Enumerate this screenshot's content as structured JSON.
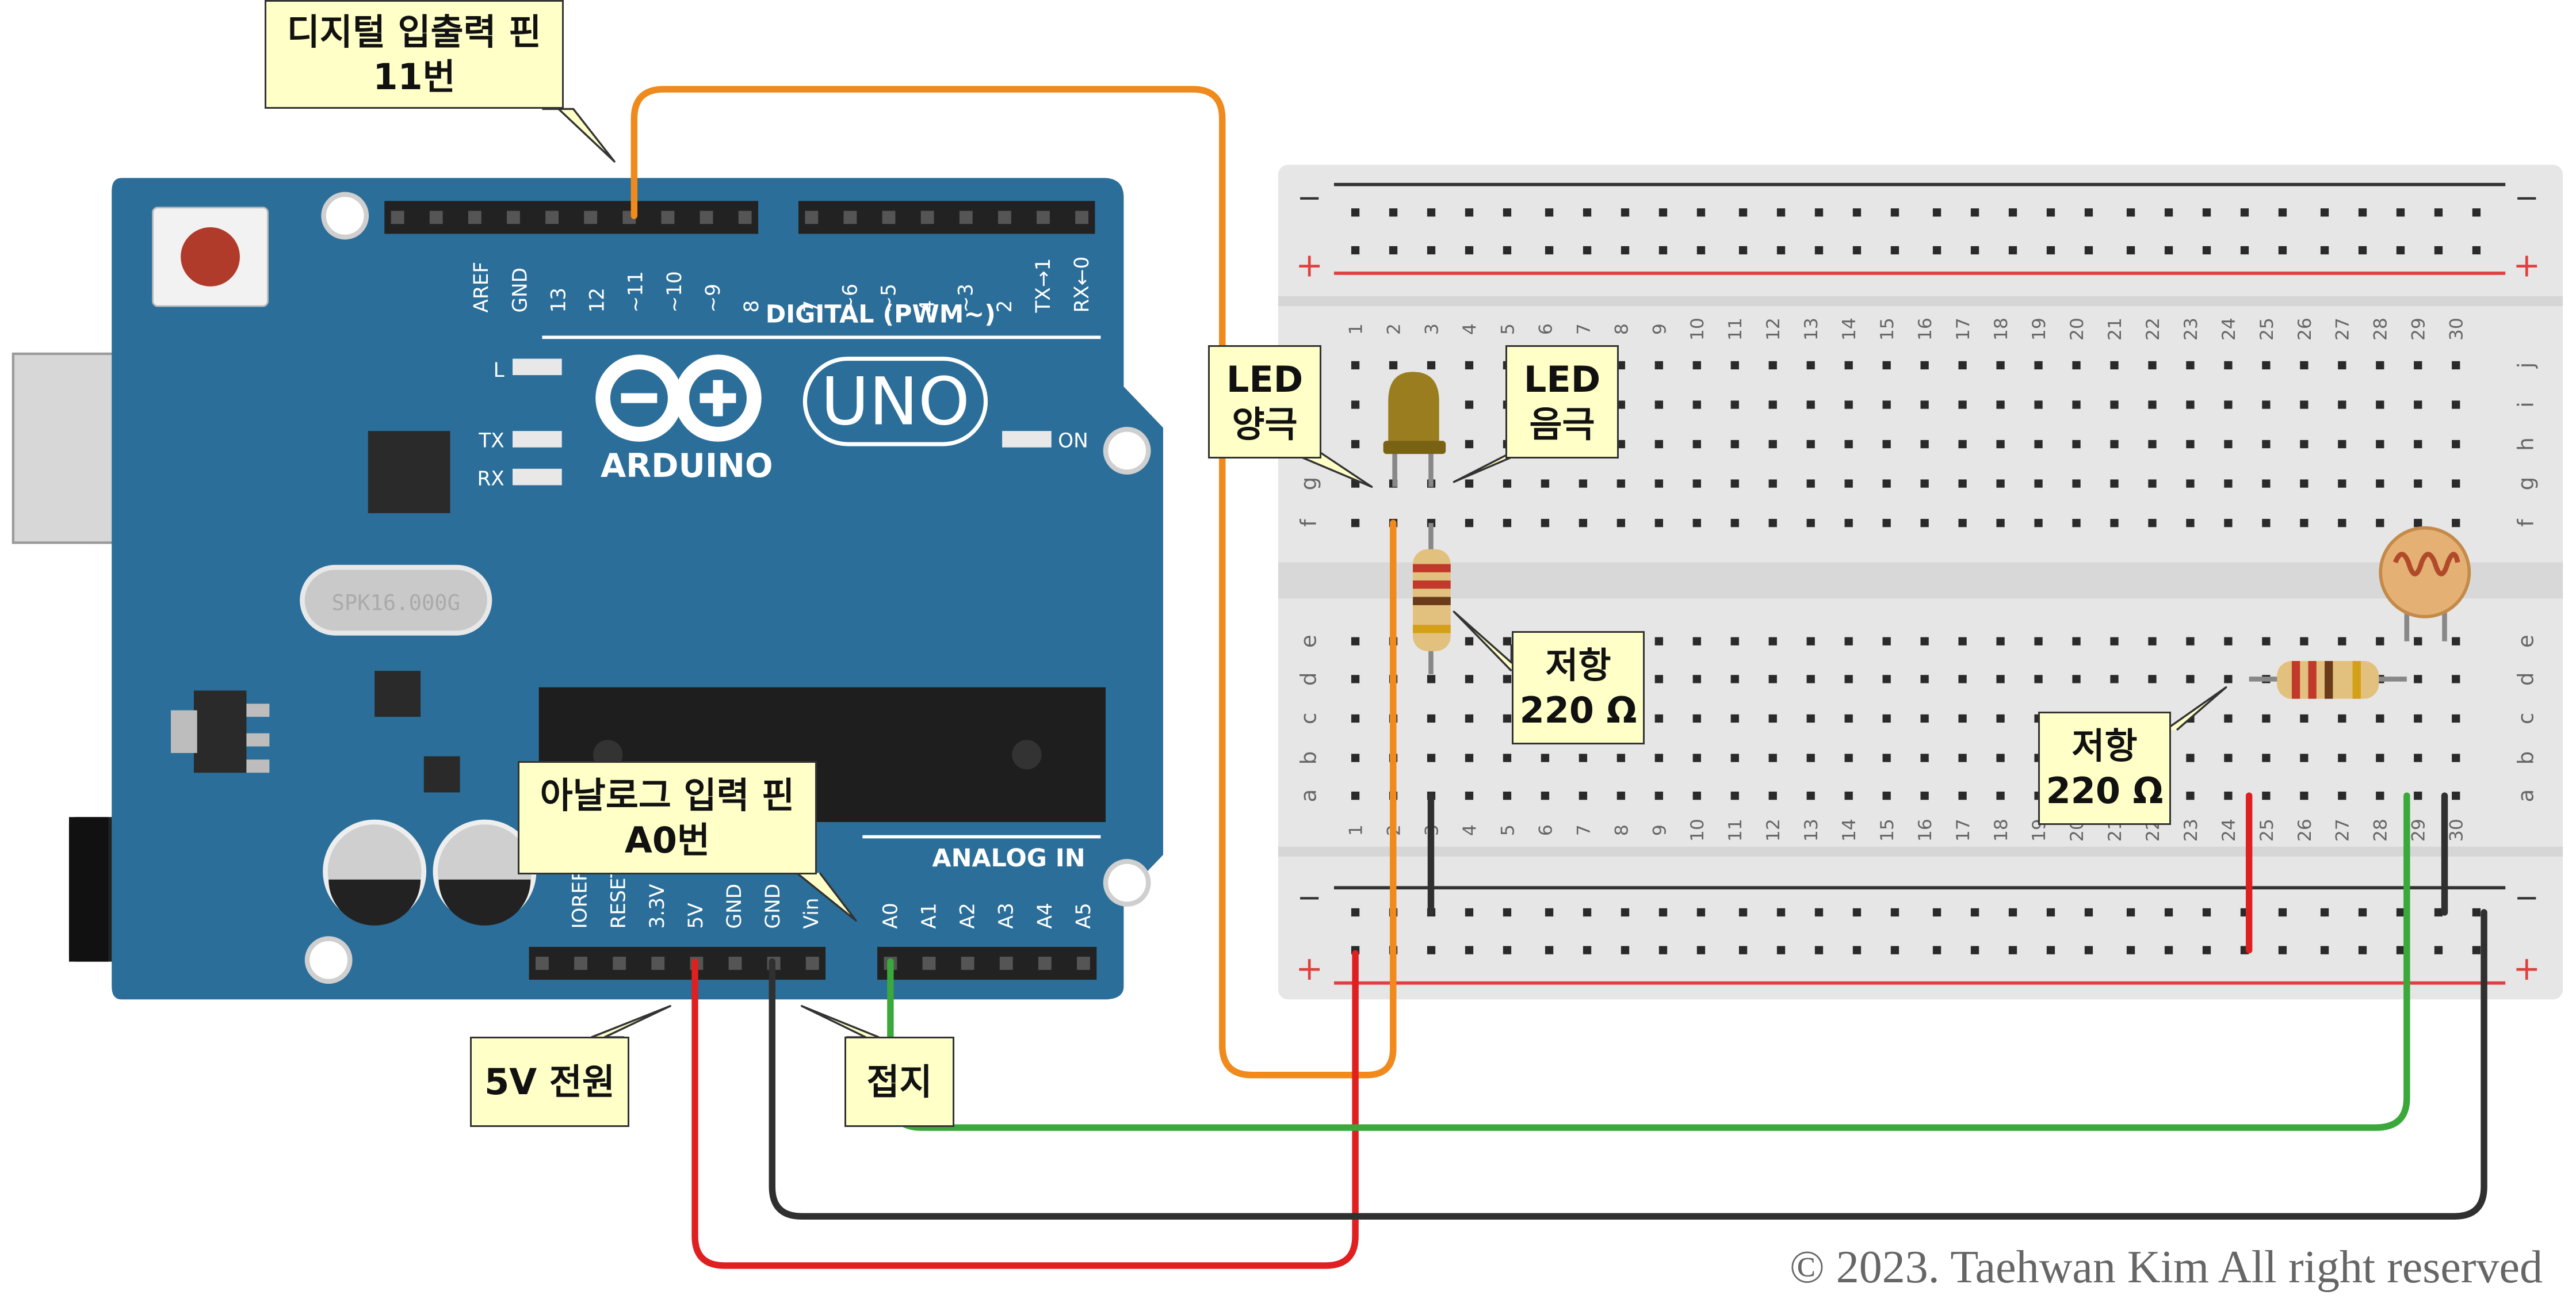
{
  "arduino": {
    "brand": "ARDUINO",
    "model": "UNO",
    "digital_header_label": "DIGITAL (PWM~)",
    "analog_header_label": "ANALOG IN",
    "led_labels": {
      "l": "L",
      "tx": "TX",
      "rx": "RX",
      "on": "ON"
    },
    "crystal_label": "SPK16.000G",
    "digital_pins_left": [
      "AREF",
      "GND",
      "13",
      "12",
      "~11",
      "~10",
      "~9",
      "8"
    ],
    "digital_pins_right": [
      "7",
      "~6",
      "~5",
      "4",
      "~3",
      "2",
      "TX→1",
      "RX←0"
    ],
    "power_pins": [
      "IOREF",
      "RESET",
      "3.3V",
      "5V",
      "GND",
      "GND",
      "Vin"
    ],
    "analog_pins": [
      "A0",
      "A1",
      "A2",
      "A3",
      "A4",
      "A5"
    ]
  },
  "breadboard": {
    "rail_minus": "−",
    "rail_plus": "+",
    "rows_top": [
      "j",
      "i",
      "h",
      "g",
      "f"
    ],
    "rows_bottom": [
      "e",
      "d",
      "c",
      "b",
      "a"
    ],
    "columns": [
      "1",
      "2",
      "3",
      "4",
      "5",
      "6",
      "7",
      "8",
      "9",
      "10",
      "11",
      "12",
      "13",
      "14",
      "15",
      "16",
      "17",
      "18",
      "19",
      "20",
      "21",
      "22",
      "23",
      "24",
      "25",
      "26",
      "27",
      "28",
      "29",
      "30"
    ]
  },
  "callouts": {
    "digital_pin": {
      "line1": "디지털 입출력 핀",
      "line2": "11번"
    },
    "analog_pin": {
      "line1": "아날로그 입력 핀",
      "line2": "A0번"
    },
    "power_5v": {
      "line1": "5V 전원"
    },
    "ground": {
      "line1": "접지"
    },
    "led_anode": {
      "line1": "LED",
      "line2": "양극"
    },
    "led_cathode": {
      "line1": "LED",
      "line2": "음극"
    },
    "resistor_led": {
      "line1": "저항",
      "line2": "220 Ω"
    },
    "resistor_ldr": {
      "line1": "저항",
      "line2": "220 Ω"
    }
  },
  "copyright": "© 2023. Taehwan Kim All right reserved",
  "colors": {
    "board": "#2b6e99",
    "breadboard": "#e6e6e6",
    "wire_orange": "#f08a1c",
    "wire_red": "#e02020",
    "wire_black": "#303030",
    "wire_green": "#3aa83a",
    "rail_red": "#e04040",
    "callout_fill": "#ffffc8"
  }
}
